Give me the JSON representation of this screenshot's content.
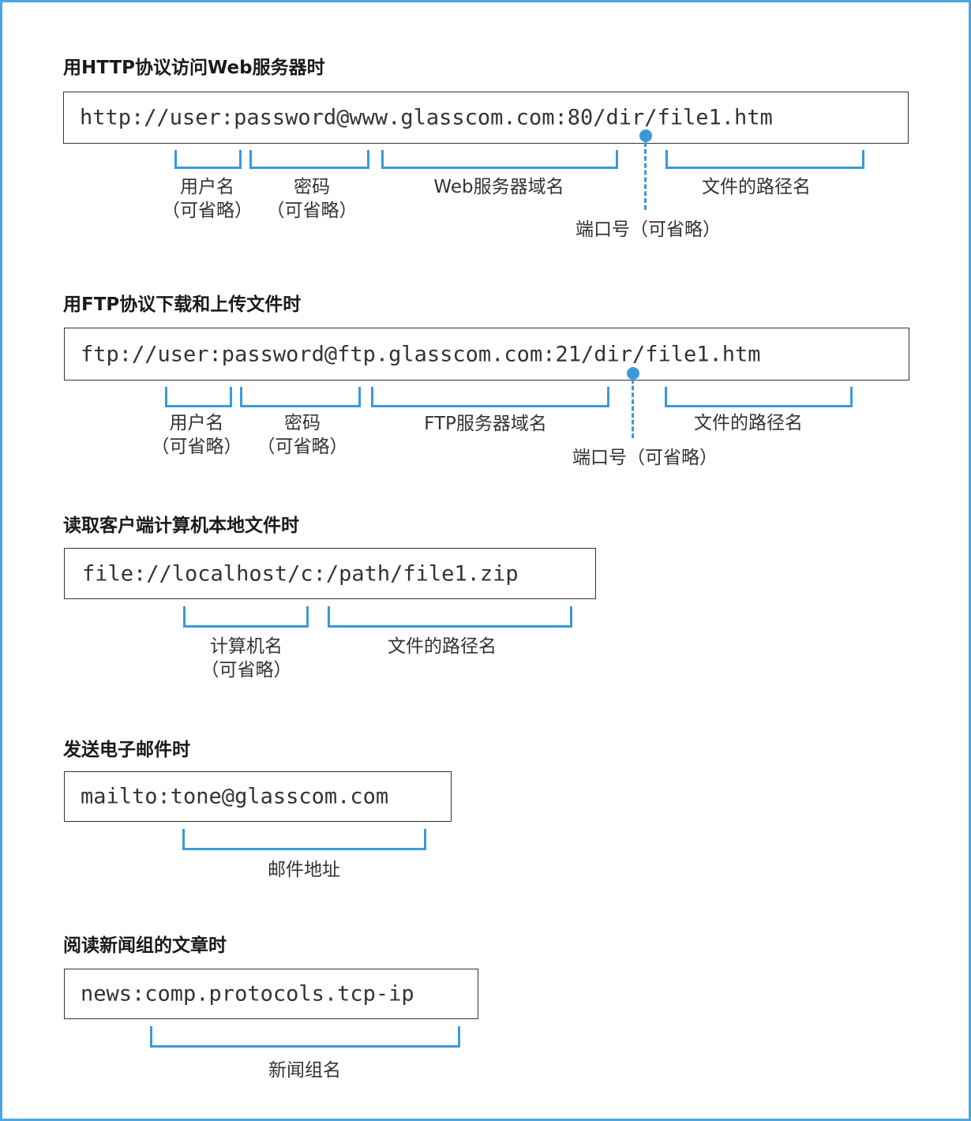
{
  "sections": [
    {
      "heading": "用HTTP协议访问Web服务器时",
      "url": "http://user:password@www.glasscom.com:80/dir/file1.htm",
      "labels": {
        "user": "用户名",
        "user_opt": "（可省略）",
        "password": "密码",
        "password_opt": "（可省略）",
        "server": "Web服务器域名",
        "path": "文件的路径名",
        "port": "端口号（可省略）"
      }
    },
    {
      "heading": "用FTP协议下载和上传文件时",
      "url": "ftp://user:password@ftp.glasscom.com:21/dir/file1.htm",
      "labels": {
        "user": "用户名",
        "user_opt": "（可省略）",
        "password": "密码",
        "password_opt": "（可省略）",
        "server": "FTP服务器域名",
        "path": "文件的路径名",
        "port": "端口号（可省略）"
      }
    },
    {
      "heading": "读取客户端计算机本地文件时",
      "url": "file://localhost/c:/path/file1.zip",
      "labels": {
        "host": "计算机名",
        "host_opt": "（可省略）",
        "path": "文件的路径名"
      }
    },
    {
      "heading": "发送电子邮件时",
      "url": "mailto:tone@glasscom.com",
      "labels": {
        "address": "邮件地址"
      }
    },
    {
      "heading": "阅读新闻组的文章时",
      "url": "news:comp.protocols.tcp-ip",
      "labels": {
        "newsgroup": "新闻组名"
      }
    }
  ],
  "colors": {
    "accent": "#3a9ad9",
    "frame": "#4aa6e0",
    "box_border": "#333333"
  }
}
